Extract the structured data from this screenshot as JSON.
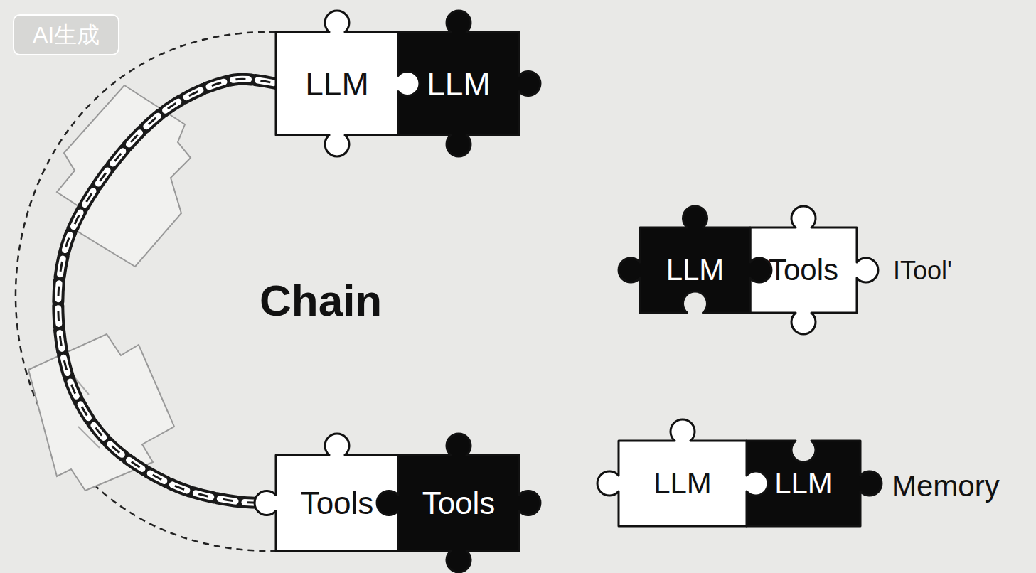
{
  "diagram": {
    "nodes": [
      {
        "text": [
          "LLM"
        ]
      },
      {
        "text": [
          "LLM"
        ]
      },
      {
        "text": [
          "LLM"
        ]
      },
      {
        "text": [
          "Tools"
        ]
      },
      {
        "text": [
          "LLM"
        ]
      },
      {
        "text": [
          "LLM"
        ]
      },
      {
        "text": [
          "Tools"
        ]
      },
      {
        "text": [
          "Tools"
        ]
      }
    ],
    "edges": [
      {
        "from": 0,
        "to": 6,
        "arrow": "none"
      }
    ],
    "labels": [
      "AI生成",
      "Chain",
      "ITool'",
      "Memory"
    ]
  }
}
